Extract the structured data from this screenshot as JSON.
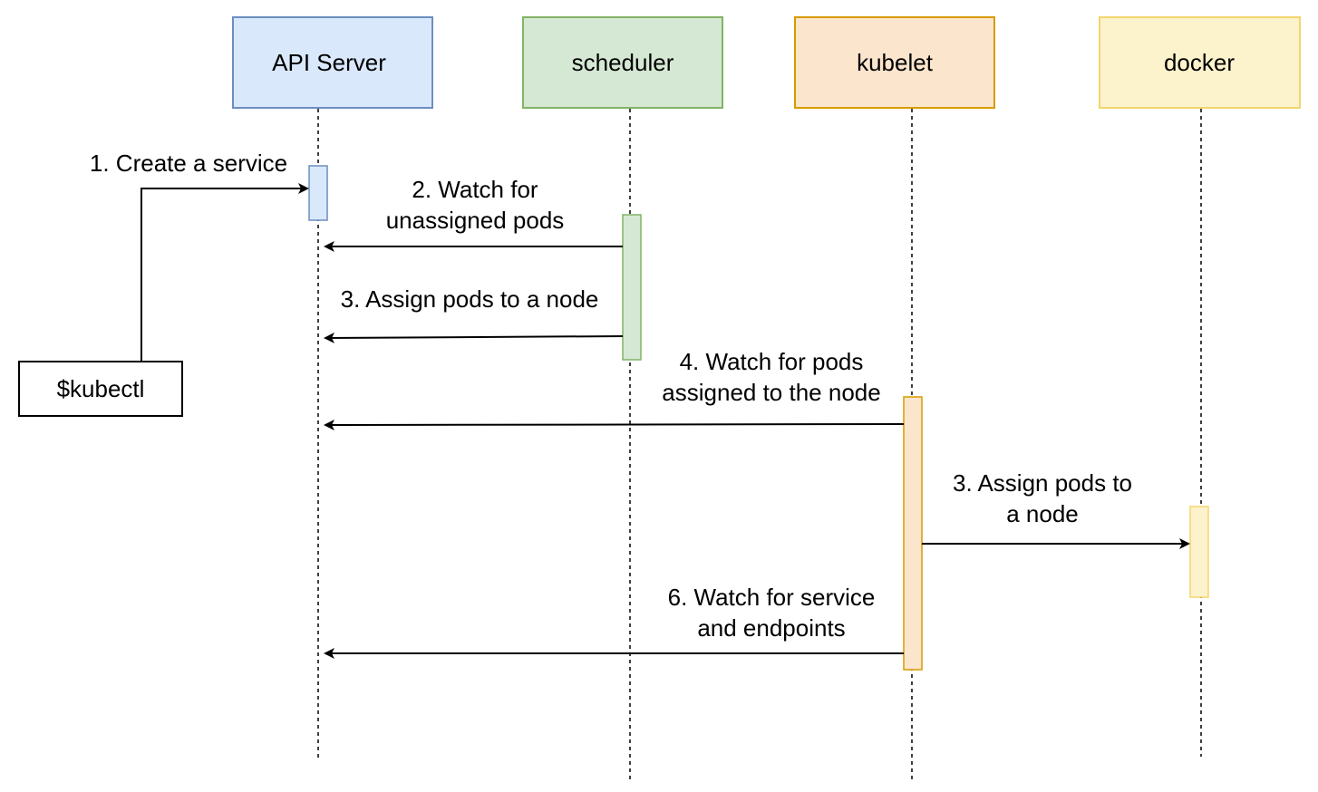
{
  "diagram": {
    "participants": [
      {
        "id": "api",
        "label": "API Server",
        "fill": "#dae8fc",
        "stroke": "#6c8ebf"
      },
      {
        "id": "scheduler",
        "label": "scheduler",
        "fill": "#d5e8d4",
        "stroke": "#82b366"
      },
      {
        "id": "kubelet",
        "label": "kubelet",
        "fill": "#fbe5cd",
        "stroke": "#d79b00"
      },
      {
        "id": "docker",
        "label": "docker",
        "fill": "#fcf3cc",
        "stroke": "#f3d56e"
      }
    ],
    "client": {
      "label": "$kubectl",
      "stroke": "#000000"
    },
    "messages": [
      {
        "id": "m1",
        "lines": [
          "1. Create a service"
        ],
        "from": "client",
        "to": "api"
      },
      {
        "id": "m2",
        "lines": [
          "2. Watch for",
          "unassigned pods"
        ],
        "from": "scheduler",
        "to": "api"
      },
      {
        "id": "m3",
        "lines": [
          "3. Assign pods to a node"
        ],
        "from": "scheduler",
        "to": "api"
      },
      {
        "id": "m4",
        "lines": [
          "4. Watch for pods",
          "assigned to the node"
        ],
        "from": "kubelet",
        "to": "api"
      },
      {
        "id": "m5",
        "lines": [
          "3. Assign pods to",
          "a node"
        ],
        "from": "kubelet",
        "to": "docker"
      },
      {
        "id": "m6",
        "lines": [
          "6. Watch for service",
          "and endpoints"
        ],
        "from": "kubelet",
        "to": "api"
      }
    ]
  }
}
